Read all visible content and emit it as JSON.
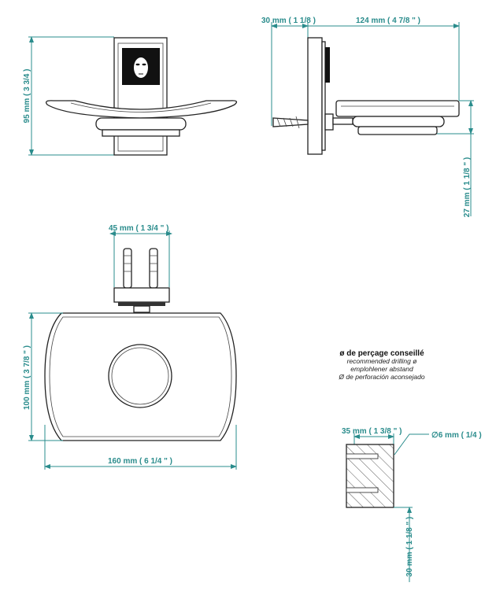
{
  "dimensions": {
    "front_height": "95 mm ( 3 3/4 )",
    "side_wall_depth": "30 mm ( 1 1/8 )",
    "side_projection": "124 mm ( 4 7/8 \" )",
    "side_dish_height": "27 mm ( 1 1/8 \" )",
    "top_anchor_spacing": "45 mm ( 1 3/4 \" )",
    "top_depth": "100 mm ( 3 7/8 \" )",
    "top_width": "160 mm ( 6 1/4 \" )",
    "drill_depth": "35 mm ( 1 3/8 \" )",
    "drill_diameter": "∅6 mm ( 1/4 )",
    "drill_spacing": "30 mm ( 1 1/8 \" )"
  },
  "note": {
    "title": "ø de perçage conseillé",
    "lines": [
      "recommended drilling ø",
      "emplohlener abstand",
      "Ø de perforación aconsejado"
    ]
  },
  "colors": {
    "dimension": "#2a8c8c",
    "line": "#222222"
  }
}
